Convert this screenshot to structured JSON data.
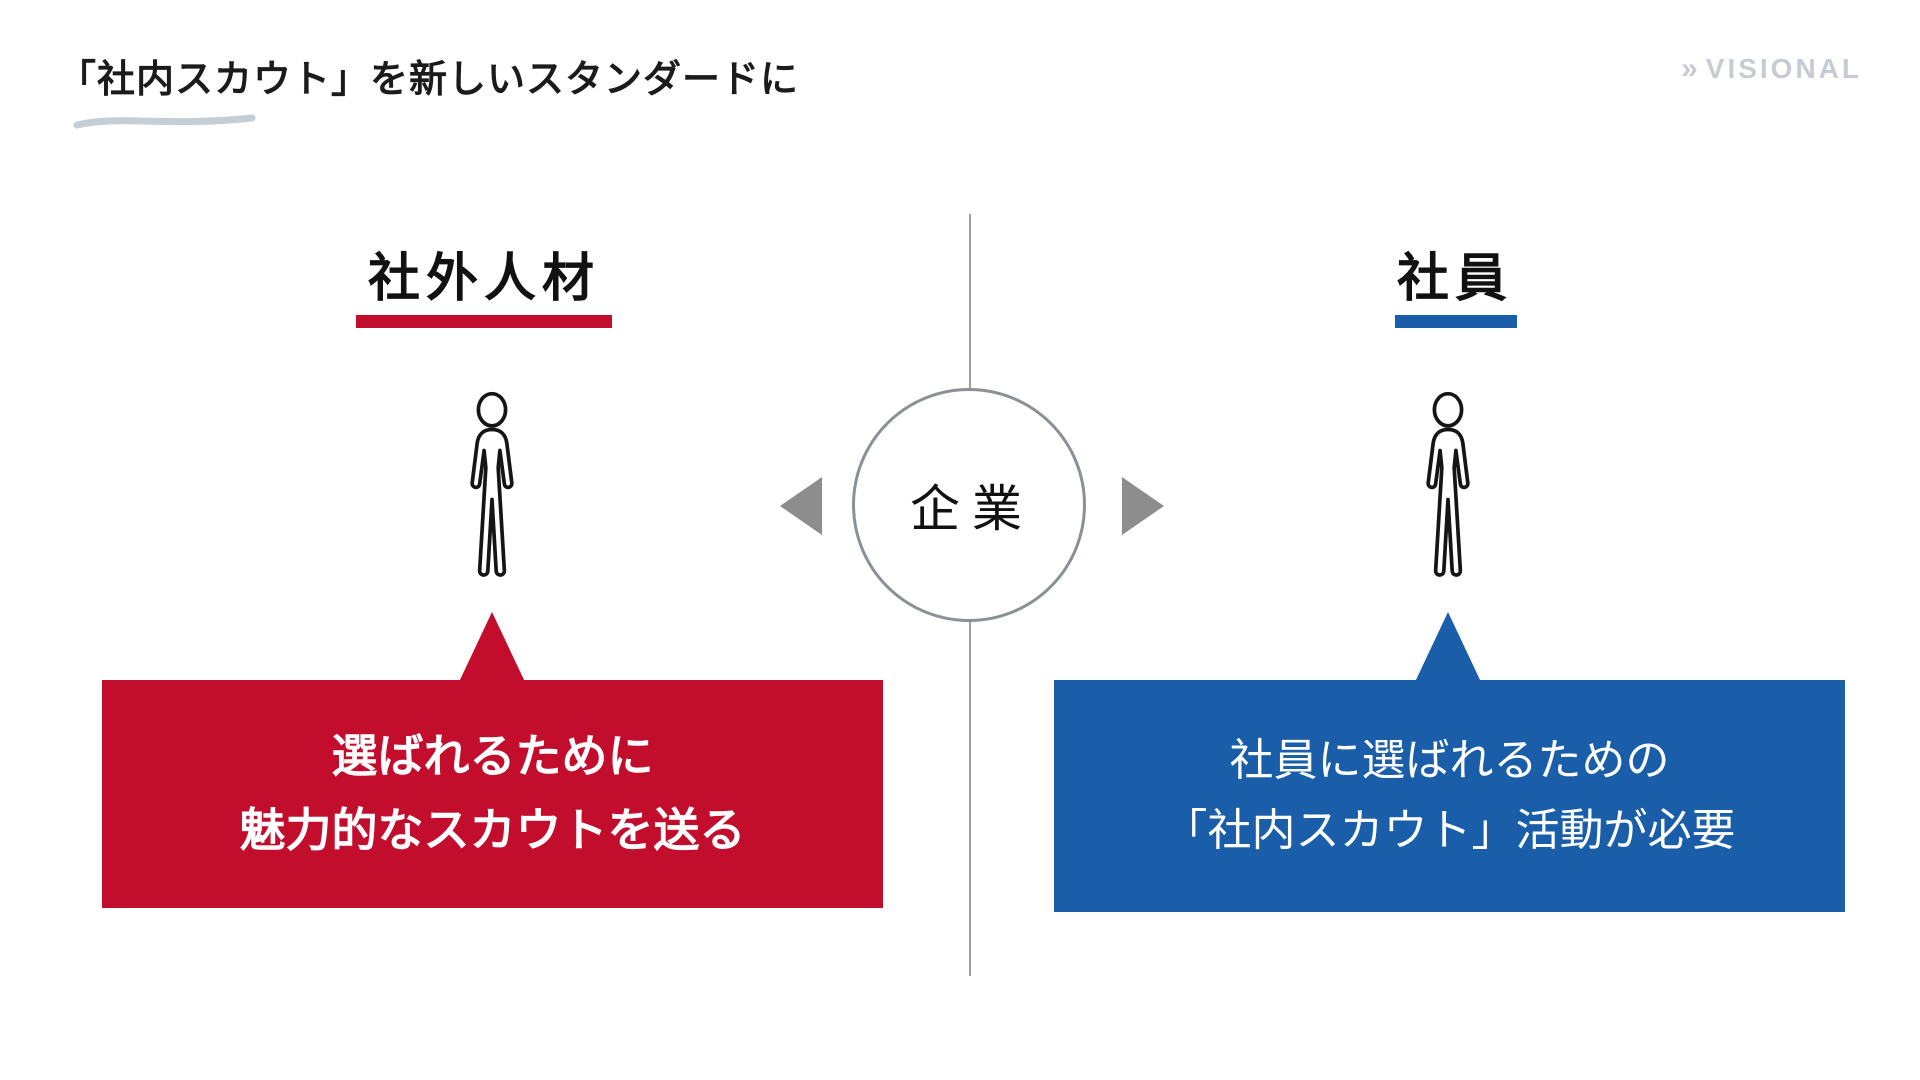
{
  "slide": {
    "title": "「社内スカウト」を新しいスタンダードに",
    "logo": {
      "mark": "»",
      "text": "VISIONAL"
    },
    "center": {
      "label": "企業"
    },
    "left": {
      "heading": "社外人材",
      "bubble_line1": "選ばれるために",
      "bubble_line2": "魅力的なスカウトを送る"
    },
    "right": {
      "heading": "社員",
      "bubble_line1": "社員に選ばれるための",
      "bubble_line2": "「社内スカウト」活動が必要"
    },
    "colors": {
      "accent_red": "#c30d2c",
      "accent_blue": "#1a5da9",
      "divider_gray": "#9aa0a5",
      "arrow_gray": "#8d8d8d",
      "logo_gray": "#c7ccd2"
    }
  }
}
